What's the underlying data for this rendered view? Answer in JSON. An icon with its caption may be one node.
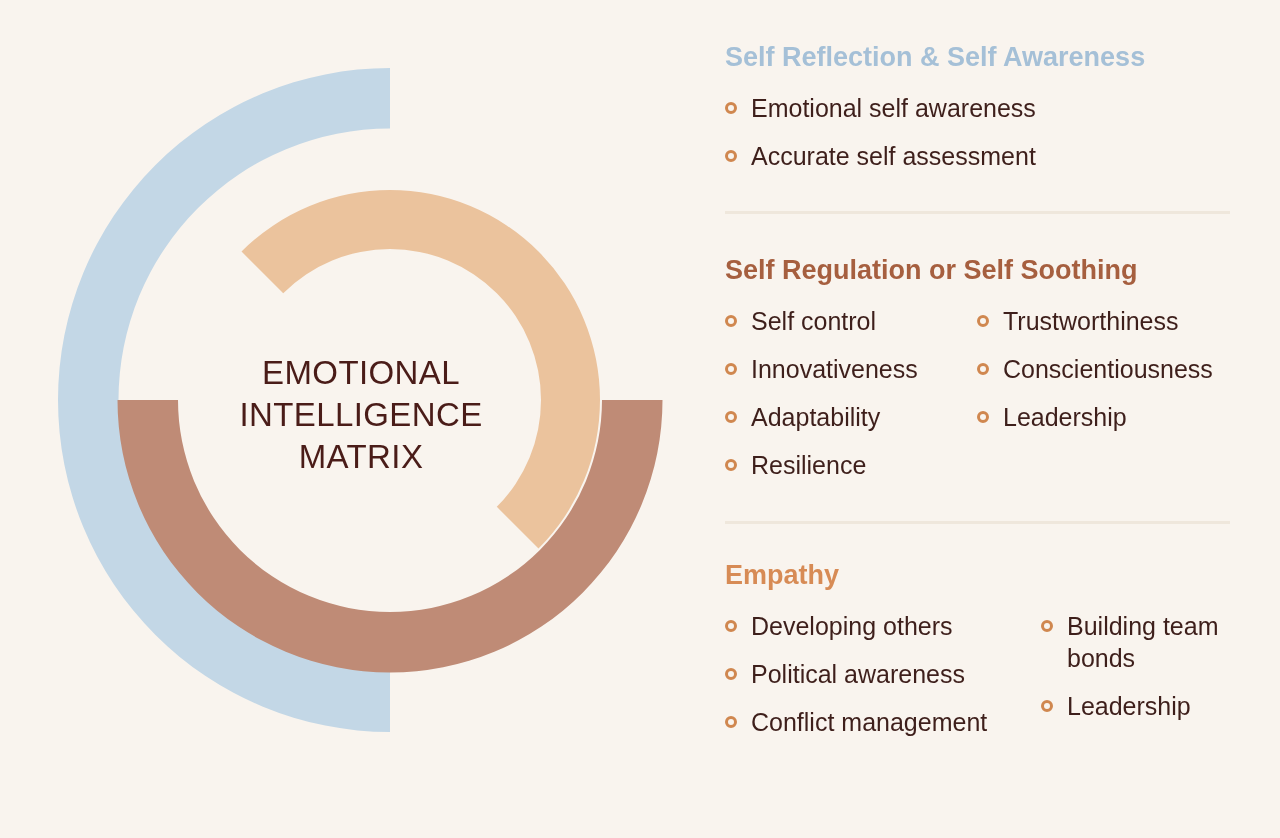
{
  "diagram": {
    "title": "EMOTIONAL INTELLIGENCE MATRIX",
    "nodes": [
      {
        "text": [],
        "shape": "arc"
      },
      {
        "text": [],
        "shape": "arc"
      },
      {
        "text": [],
        "shape": "arc"
      },
      {
        "text": [
          "Self Reflection & Self Awareness",
          "Emotional self awareness",
          "Accurate self assessment"
        ]
      },
      {
        "text": [
          "Self Regulation or Self Soothing",
          "Self control",
          "Innovativeness",
          "Adaptability",
          "Resilience",
          "Trustworthiness",
          "Conscientiousness",
          "Leadership"
        ]
      },
      {
        "text": [
          "Empathy",
          "Developing others",
          "Political awareness",
          "Conflict management",
          "Building team bonds",
          "Leadership"
        ]
      }
    ]
  }
}
